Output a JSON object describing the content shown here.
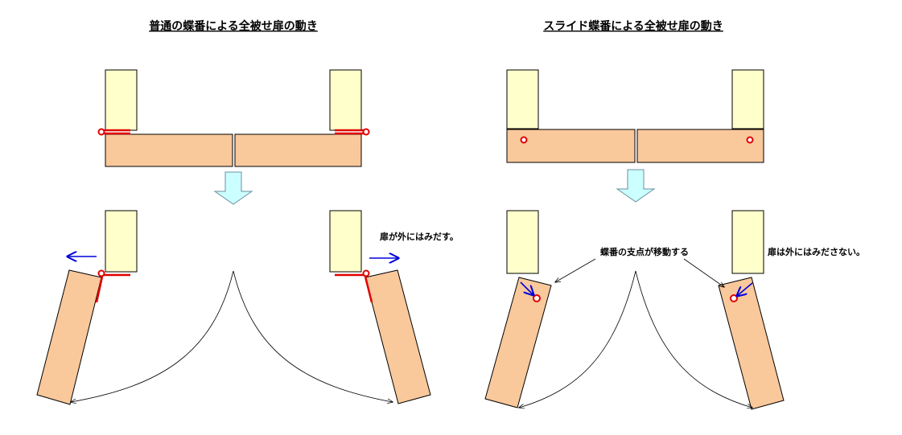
{
  "left_panel": {
    "title": "普通の蝶番による全被せ扉の動き",
    "note": "扉が外にはみだす。"
  },
  "right_panel": {
    "title": "スライド蝶番による全被せ扉の動き",
    "note_pivot": "蝶番の支点が移動する",
    "note_outside": "扉は外にはみださない。"
  },
  "colors": {
    "frame_fill": "#ffffcc",
    "door_fill": "#f9c89b",
    "hinge": "#e00000",
    "motion_arrow": "#0000dd",
    "transition_arrow": "#ccffff"
  }
}
